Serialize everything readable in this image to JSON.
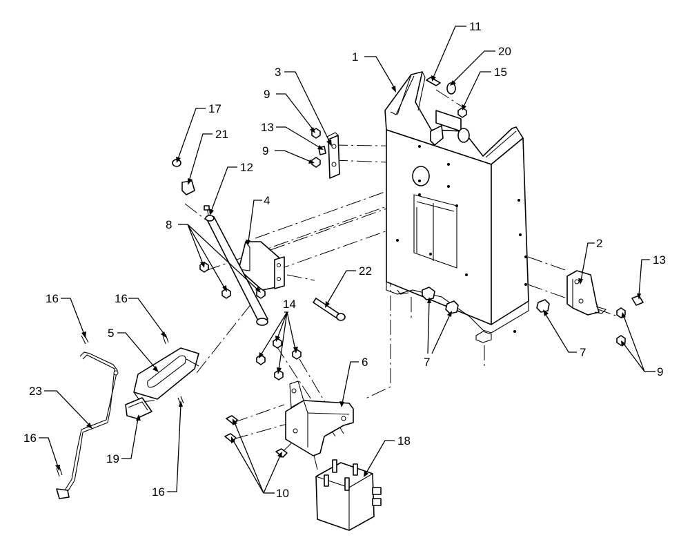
{
  "diagram": {
    "callouts": {
      "c1": "1",
      "c2": "2",
      "c3": "3",
      "c4": "4",
      "c5": "5",
      "c6": "6",
      "c7a": "7",
      "c7b": "7",
      "c8": "8",
      "c9a": "9",
      "c9b": "9",
      "c9c": "9",
      "c10": "10",
      "c11": "11",
      "c12": "12",
      "c13a": "13",
      "c13b": "13",
      "c14": "14",
      "c15": "15",
      "c16a": "16",
      "c16b": "16",
      "c16c": "16",
      "c16d": "16",
      "c17": "17",
      "c18": "18",
      "c19": "19",
      "c20": "20",
      "c21": "21",
      "c22": "22",
      "c23": "23"
    }
  }
}
